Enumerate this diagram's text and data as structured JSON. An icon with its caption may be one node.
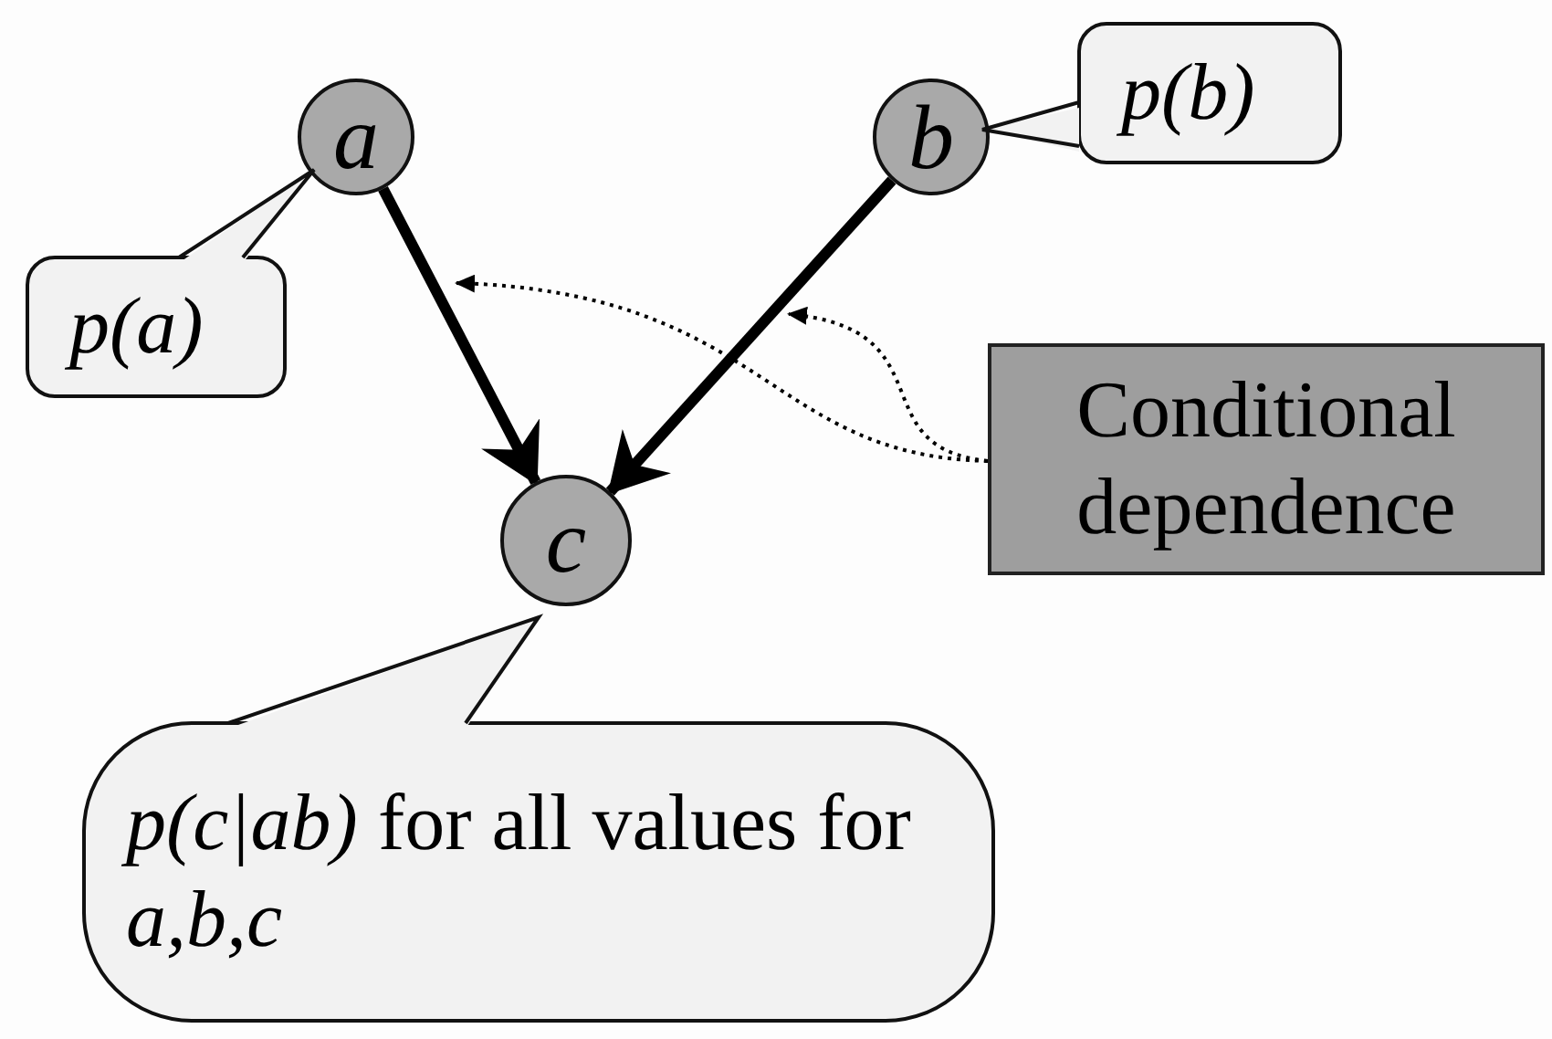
{
  "diagram": {
    "nodes": [
      {
        "text": [
          "a"
        ]
      },
      {
        "text": [
          "b"
        ]
      },
      {
        "text": [
          "p(a)"
        ]
      },
      {
        "text": [
          "p(b)"
        ]
      },
      {
        "text": [
          "c"
        ]
      },
      {
        "text": [
          "Conditional dependence"
        ]
      },
      {
        "text": [
          "*p(c|ab)* for all values for *a,b,c*"
        ]
      }
    ],
    "edges": [
      {
        "from": 0,
        "to": 4,
        "arrow": "to",
        "style": "thick"
      },
      {
        "from": 1,
        "to": 4,
        "arrow": "to",
        "style": "thick"
      },
      {
        "from": 5,
        "to": null,
        "arrow": "to",
        "style": "dashed"
      },
      {
        "from": 5,
        "to": null,
        "arrow": "to",
        "style": "dashed"
      }
    ]
  }
}
